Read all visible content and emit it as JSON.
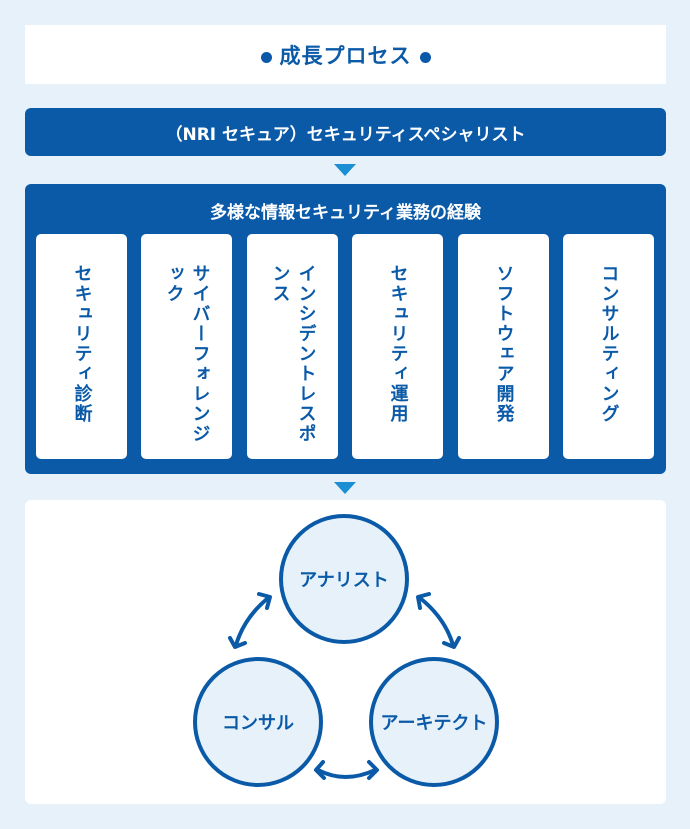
{
  "title": "成長プロセス",
  "role": "（NRI セキュア）セキュリティスペシャリスト",
  "experience": {
    "title": "多様な情報セキュリティ業務の経験",
    "items": [
      "セキュリティ診断",
      "サイバーフォレンジック",
      "インシデントレスポンス",
      "セキュリティ運用",
      "ソフトウェア開発",
      "コンサルティング"
    ]
  },
  "cycle": {
    "top": "アナリスト",
    "left": "コンサル",
    "right": "アーキテクト"
  },
  "colors": {
    "primary": "#0b5aa8",
    "arrow": "#1c8fd4",
    "circle_fill": "#e6f1fa",
    "background": "#e6f1fa"
  }
}
